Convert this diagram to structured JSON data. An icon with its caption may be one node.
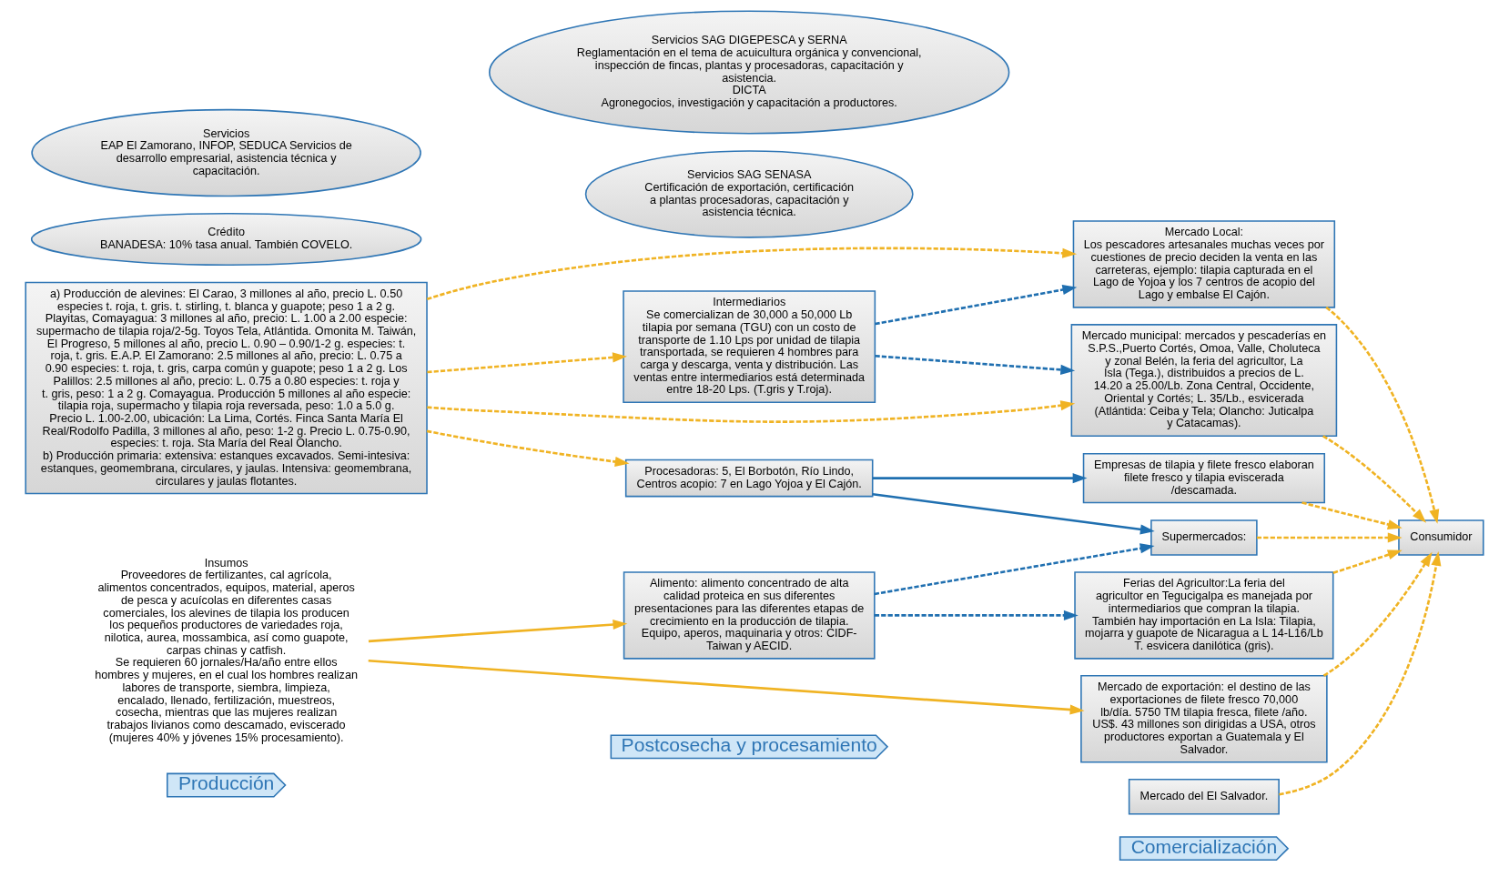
{
  "diagram": {
    "nodes": [
      {
        "text": [
          "Producción"
        ]
      },
      {
        "text": [
          "Postcosecha y procesamiento"
        ]
      },
      {
        "text": [
          "Comercialización"
        ]
      },
      {
        "text": [
          "a) Producción de alevines: El Carao, 3 millones al año, precio L. 0.50 especies t. roja, t. gris. t. stirling, t. blanca y guapote; peso 1 a 2 g. Playitas, Comayagua: 3 millones al año, precio: L. 1.00 a 2.00 especie: supermacho de tilapia roja/2-5g. Toyos Tela, Atlántida. Omonita M. Taiwán, El Progreso, 5 millones al año, precio L. 0.90 – 0.90/1-2 g. especies: t. roja, t. gris. E.A.P. El Zamorano: 2.5 millones al año, precio: L. 0.75 a 0.90 especies: t. roja, t. gris, carpa común y guapote; peso 1 a 2 g. Los Palillos: 2.5 millones al año, precio: L. 0.75 a 0.80 especies: t. roja y t. gris, peso: 1 a 2 g. Comayagua. Producción 5 millones al año especie: tilapia roja, supermacho y tilapia roja reversada, peso: 1.0 a 5.0 g. Precio L. 1.00-2.00, ubicación: La Lima, Cortés. Finca Santa María El Real/Rodolfo Padilla, 3 millones al año, peso: 1-2 g. Precio L. 0.75-0.90, especies: t. roja. Sta María del Real Olancho.",
          "b) Producción primaria: extensiva: estanques excavados. Semi-intesiva: estanques, geomembrana, circulares, y jaulas. Intensiva: geomembrana, circulares y jaulas flotantes."
        ]
      },
      {
        "text": [
          "Insumos",
          "Proveedores de fertilizantes, cal agrícola, alimentos concentrados, equipos, material, aperos de pesca y acuícolas en diferentes casas comerciales, los alevines de tilapia los producen los pequeños productores de variedades roja, nilotica, aurea, mossambica, así como guapote, carpas chinas y catfish.",
          "Se requieren 60 jornales/Ha/año entre ellos hombres y mujeres, en el cual los hombres realizan labores de transporte, siembra, limpieza, encalado, llenado, fertilización, muestreos, cosecha, mientras que las mujeres realizan trabajos livianos como descamado, eviscerado (mujeres 40% y jóvenes 15% procesamiento)."
        ]
      },
      {
        "text": [
          "Procesadoras: 5, El Borbotón, Río Lindo, Centros acopio: 7 en Lago Yojoa y El Cajón."
        ]
      },
      {
        "text": [
          "Alimento: alimento concentrado de alta calidad proteica en sus diferentes presentaciones para las diferentes etapas de crecimiento en la producción de tilapia. Equipo, aperos, maquinaria y otros: CIDF-Taiwan y AECID."
        ]
      },
      {
        "text": [
          "Intermediarios",
          "Se comercializan de 30,000 a 50,000 Lb tilapia por semana (TGU) con un costo de transporte de 1.10 Lps por unidad de tilapia transportada, se requieren 4 hombres para carga y descarga, venta y distribución. Las ventas entre intermediarios está determinada entre 18-20 Lps. (T.gris y T.roja)."
        ]
      },
      {
        "text": [
          "Servicios SAG SENASA",
          "Certificación de exportación, certificación a plantas procesadoras, capacitación y asistencia técnica."
        ]
      },
      {
        "text": [
          "Crédito",
          "BANADESA: 10% tasa anual. También COVELO."
        ]
      },
      {
        "text": [
          "Servicios",
          "EAP El Zamorano, INFOP, SEDUCA Servicios de desarrollo empresarial, asistencia técnica y capacitación."
        ]
      },
      {
        "text": [
          "Servicios SAG DIGEPESCA y SERNA",
          "Reglamentación en el tema de acuicultura orgánica y convencional, inspección de fincas, plantas y procesadoras, capacitación y asistencia.",
          "DICTA",
          "Agronegocios, investigación y capacitación a productores."
        ]
      },
      {
        "text": [
          "Empresas de tilapia y filete fresco elaboran filete fresco y tilapia eviscerada /descamada."
        ]
      },
      {
        "text": [
          "Mercado municipal: mercados y pescaderías en S.P.S.,Puerto Cortés, Omoa, Valle, Choluteca y zonal Belén, la feria del agricultor, La Isla (Tega.), distribuidos a precios de L. 14.20 a 25.00/Lb. Zona Central, Occidente, Oriental y Cortés; L. 35/Lb., esvicerada (Atlántida: Ceiba y Tela; Olancho: Juticalpa y Catacamas)."
        ]
      },
      {
        "text": [
          "Mercado Local:",
          "Los pescadores artesanales muchas veces por cuestiones de precio deciden la venta en las carreteras, ejemplo: tilapia capturada en el Lago de Yojoa y los 7 centros de acopio del Lago y embalse El Cajón."
        ]
      },
      {
        "text": [
          "Supermercados:"
        ]
      },
      {
        "text": [
          "Mercado de exportación: el destino de las exportaciones de filete fresco 70,000 lb/día. 5750 TM tilapia fresca, filete /año. US$. 43 millones son dirigidas a USA, otros productores exportan a Guatemala y El Salvador."
        ]
      },
      {
        "text": [
          "Ferias del Agricultor:La feria del agricultor en Tegucigalpa es manejada por intermediarios que compran la tilapia. También hay importación en La Isla: Tilapia, mojarra y guapote de Nicaragua a L 14-L16/Lb T. esvicera danilótica (gris)."
        ]
      },
      {
        "text": [
          "Mercado del El Salvador."
        ]
      },
      {
        "text": [
          "Consumidor"
        ]
      }
    ],
    "edges": [
      {
        "from": 3,
        "to": 5,
        "arrow": "to",
        "style": "dashed"
      },
      {
        "from": 3,
        "to": 13,
        "arrow": "to",
        "style": "dashed"
      },
      {
        "from": 3,
        "to": 14,
        "arrow": "to",
        "style": "dashed"
      },
      {
        "from": 3,
        "to": 7,
        "arrow": "to",
        "style": "dashed"
      },
      {
        "from": 4,
        "to": 6,
        "arrow": "to"
      },
      {
        "from": 4,
        "to": 16,
        "arrow": "to"
      },
      {
        "from": 5,
        "to": 12,
        "arrow": "to",
        "color": "#1f6fb0"
      },
      {
        "from": 5,
        "to": 15,
        "arrow": "to",
        "color": "#1f6fb0"
      },
      {
        "from": 6,
        "to": 15,
        "arrow": "to",
        "style": "dashed",
        "color": "#1f6fb0"
      },
      {
        "from": 6,
        "to": 17,
        "arrow": "to",
        "style": "dashed",
        "color": "#1f6fb0"
      },
      {
        "from": 7,
        "to": 13,
        "arrow": "to",
        "style": "dashed",
        "color": "#1f6fb0"
      },
      {
        "from": 7,
        "to": 14,
        "arrow": "to",
        "style": "dashed",
        "color": "#1f6fb0"
      },
      {
        "from": 12,
        "to": 19,
        "arrow": "to",
        "style": "dashed"
      },
      {
        "from": 13,
        "to": 19,
        "arrow": "to",
        "style": "dashed"
      },
      {
        "from": 14,
        "to": 19,
        "arrow": "to",
        "style": "dashed"
      },
      {
        "from": 15,
        "to": 19,
        "arrow": "to",
        "style": "dashed"
      },
      {
        "from": 16,
        "to": 19,
        "arrow": "to",
        "style": "dashed"
      },
      {
        "from": 17,
        "to": 19,
        "arrow": "to",
        "style": "dashed"
      },
      {
        "from": 18,
        "to": 19,
        "arrow": "to",
        "style": "dashed"
      }
    ]
  }
}
